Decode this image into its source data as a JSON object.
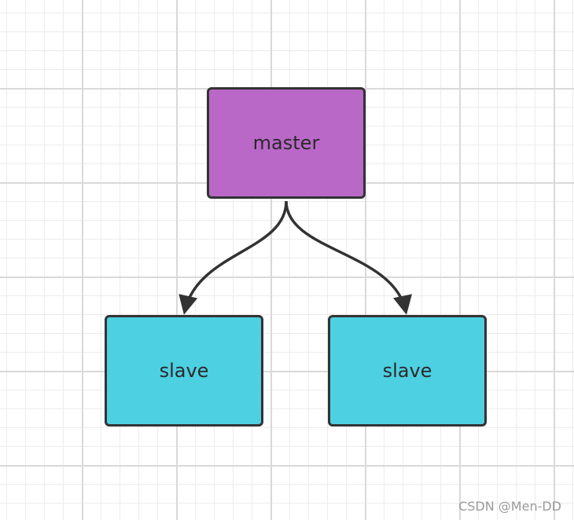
{
  "diagram": {
    "nodes": [
      {
        "id": "master",
        "label": "master",
        "color": "#BA68C8"
      },
      {
        "id": "slave_left",
        "label": "slave",
        "color": "#4DD0E1"
      },
      {
        "id": "slave_right",
        "label": "slave",
        "color": "#4DD0E1"
      }
    ],
    "edges": [
      {
        "from": "master",
        "to": "slave_left"
      },
      {
        "from": "master",
        "to": "slave_right"
      }
    ],
    "border_color": "#333333",
    "grid_color": "#d9d9d9"
  },
  "watermark": "CSDN @Men-DD"
}
